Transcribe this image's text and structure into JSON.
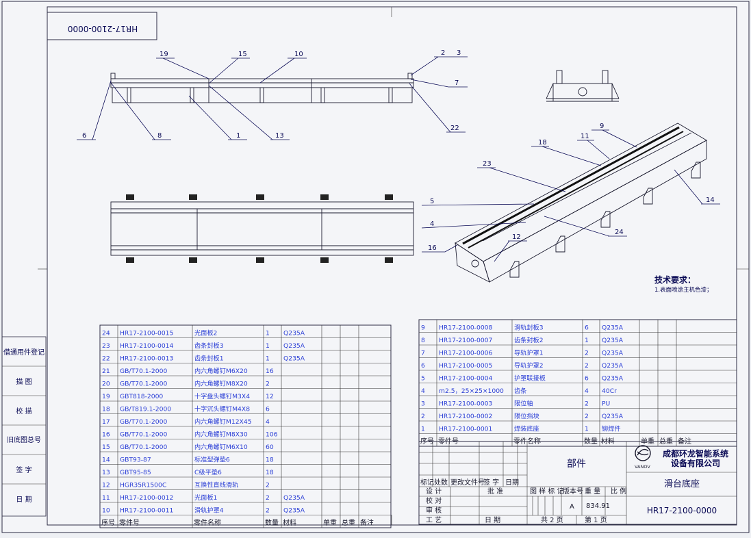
{
  "drawing": {
    "top_code": "HR17-2100-0000",
    "tech_title": "技术要求：",
    "tech_note": "1.表面喷涂主机色漆；",
    "company_line1": "成都环龙智能系统",
    "company_line2": "设备有限公司",
    "logo_text": "VANOV",
    "part_type": "部件",
    "part_name": "滑台底座",
    "drawing_no": "HR17-2100-0000",
    "weight_value": "834.91",
    "stage_mark": "A",
    "total_pages_label": "共  2  页",
    "page_label": "第  1  页"
  },
  "left_column": [
    "借通用件登记",
    "描  图",
    "校  描",
    "旧底图总号",
    "签  字",
    "日  期"
  ],
  "balloons": [
    "1",
    "2",
    "3",
    "4",
    "5",
    "6",
    "7",
    "8",
    "9",
    "10",
    "11",
    "12",
    "13",
    "14",
    "15",
    "16",
    "18",
    "19",
    "22",
    "23",
    "24"
  ],
  "bom_header": {
    "no": "序号",
    "code": "零件号",
    "name": "零件名称",
    "qty": "数量",
    "mat": "材料",
    "unit_w": "单重",
    "tot_w": "总重",
    "note": "备注"
  },
  "bom_left": [
    {
      "no": "24",
      "code": "HR17-2100-0015",
      "name": "光面板2",
      "qty": "1",
      "mat": "Q235A"
    },
    {
      "no": "23",
      "code": "HR17-2100-0014",
      "name": "齿条封板3",
      "qty": "1",
      "mat": "Q235A"
    },
    {
      "no": "22",
      "code": "HR17-2100-0013",
      "name": "齿条封板1",
      "qty": "1",
      "mat": "Q235A"
    },
    {
      "no": "21",
      "code": "GB/T70.1-2000",
      "name": "内六角螺钉M6X20",
      "qty": "16",
      "mat": ""
    },
    {
      "no": "20",
      "code": "GB/T70.1-2000",
      "name": "内六角螺钉M8X20",
      "qty": "2",
      "mat": ""
    },
    {
      "no": "19",
      "code": "GBT818-2000",
      "name": "十字盘头螺钉M3X4",
      "qty": "12",
      "mat": ""
    },
    {
      "no": "18",
      "code": "GB/T819.1-2000",
      "name": "十字沉头螺钉M4X8",
      "qty": "6",
      "mat": ""
    },
    {
      "no": "17",
      "code": "GB/T70.1-2000",
      "name": "内六角螺钉M12X45",
      "qty": "4",
      "mat": ""
    },
    {
      "no": "16",
      "code": "GB/T70.1-2000",
      "name": "内六角螺钉M8X30",
      "qty": "106",
      "mat": ""
    },
    {
      "no": "15",
      "code": "GB/T70.1-2000",
      "name": "内六角螺钉M6X10",
      "qty": "60",
      "mat": ""
    },
    {
      "no": "14",
      "code": "GBT93-87",
      "name": "标准型弹垫6",
      "qty": "18",
      "mat": ""
    },
    {
      "no": "13",
      "code": "GBT95-85",
      "name": "C级平垫6",
      "qty": "18",
      "mat": ""
    },
    {
      "no": "12",
      "code": "HGR35R1500C",
      "name": "互换性直线滑轨",
      "qty": "2",
      "mat": ""
    },
    {
      "no": "11",
      "code": "HR17-2100-0012",
      "name": "光面板1",
      "qty": "2",
      "mat": "Q235A"
    },
    {
      "no": "10",
      "code": "HR17-2100-0011",
      "name": "滑轨护罩4",
      "qty": "2",
      "mat": "Q235A"
    }
  ],
  "bom_right": [
    {
      "no": "9",
      "code": "HR17-2100-0008",
      "name": "滑轨封板3",
      "qty": "6",
      "mat": "Q235A"
    },
    {
      "no": "8",
      "code": "HR17-2100-0007",
      "name": "齿条封板2",
      "qty": "1",
      "mat": "Q235A"
    },
    {
      "no": "7",
      "code": "HR17-2100-0006",
      "name": "导轨护罩1",
      "qty": "2",
      "mat": "Q235A"
    },
    {
      "no": "6",
      "code": "HR17-2100-0005",
      "name": "导轨护罩2",
      "qty": "2",
      "mat": "Q235A"
    },
    {
      "no": "5",
      "code": "HR17-2100-0004",
      "name": "护罩联接板",
      "qty": "6",
      "mat": "Q235A"
    },
    {
      "no": "4",
      "code": "m2.5，25×25×1000",
      "name": "齿条",
      "qty": "4",
      "mat": "40Cr"
    },
    {
      "no": "3",
      "code": "HR17-2100-0003",
      "name": "限位轴",
      "qty": "2",
      "mat": "PU"
    },
    {
      "no": "2",
      "code": "HR17-2100-0002",
      "name": "限位挡块",
      "qty": "2",
      "mat": "Q235A"
    },
    {
      "no": "1",
      "code": "HR17-2100-0001",
      "name": "焊装底座",
      "qty": "1",
      "mat": "铆焊件"
    }
  ],
  "title_block": {
    "rev_headers": [
      "标记",
      "处数",
      "更改文件号",
      "签  字",
      "日期"
    ],
    "roles": [
      "设  计",
      "校  对",
      "审  核",
      "工  艺"
    ],
    "approve": "批  准",
    "date_label": "日  期",
    "stage_header": "图 样 标 记",
    "rev_no_header": "版本号",
    "weight_header": "重  量",
    "scale_header": "比  例"
  }
}
